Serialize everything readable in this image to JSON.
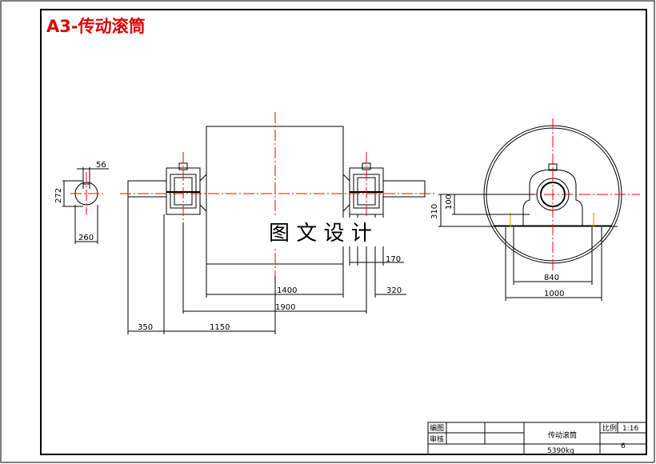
{
  "title": "A3-传动滚筒",
  "watermark": "图 文 设 计",
  "dimensions": {
    "d56": "56",
    "d272": "272",
    "d260": "260",
    "d170": "170",
    "d1400": "1400",
    "d320": "320",
    "d1900": "1900",
    "d350": "350",
    "d1150": "1150",
    "d310": "310",
    "d100": "100",
    "d840": "840",
    "d1000": "1000"
  },
  "title_block": {
    "row1_label": "编图",
    "row2_label": "审核",
    "part_name": "传动滚筒",
    "scale_label": "比例",
    "scale_value": "1:16",
    "sheet_number": "6",
    "weight": "5390kg"
  },
  "colors": {
    "title": "#e00000",
    "centerline": "#ff0000",
    "marker": "#e8a000"
  }
}
